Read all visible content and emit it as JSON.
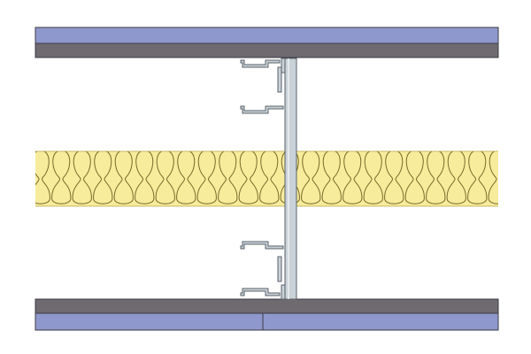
{
  "diagram": {
    "title": "",
    "colors": {
      "background": "#ffffff",
      "board_blue": "#8f98cc",
      "board_grey": "#6f6a70",
      "outline": "#3b3b46",
      "insulation_fill": "#f7ec9c",
      "insulation_line": "#7a6a2a",
      "steel_fill": "#c9d2d8",
      "steel_edge": "#5a6168"
    },
    "layers": [
      {
        "id": "top-board-outer",
        "material": "plasterboard"
      },
      {
        "id": "top-board-inner",
        "material": "plasterboard"
      },
      {
        "id": "insulation",
        "material": "mineral-wool"
      },
      {
        "id": "bottom-board-inner",
        "material": "plasterboard"
      },
      {
        "id": "bottom-board-outer",
        "material": "plasterboard"
      }
    ],
    "components": [
      {
        "id": "steel-stud",
        "material": "steel"
      },
      {
        "id": "resilient-bar-top",
        "material": "steel"
      },
      {
        "id": "resilient-bar-top-lower",
        "material": "steel"
      },
      {
        "id": "resilient-bar-bottom-upper",
        "material": "steel"
      },
      {
        "id": "resilient-bar-bottom",
        "material": "steel"
      }
    ]
  }
}
